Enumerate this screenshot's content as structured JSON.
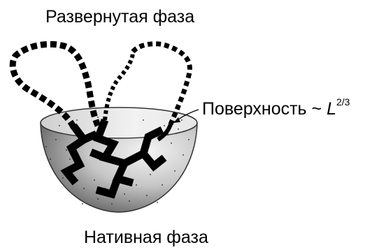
{
  "labels": {
    "unfolded": "Развернутая фаза",
    "native": "Нативная фаза",
    "surface_prefix": "Поверхность ~ ",
    "surface_symbol": "L",
    "surface_exponent": "2/3"
  }
}
